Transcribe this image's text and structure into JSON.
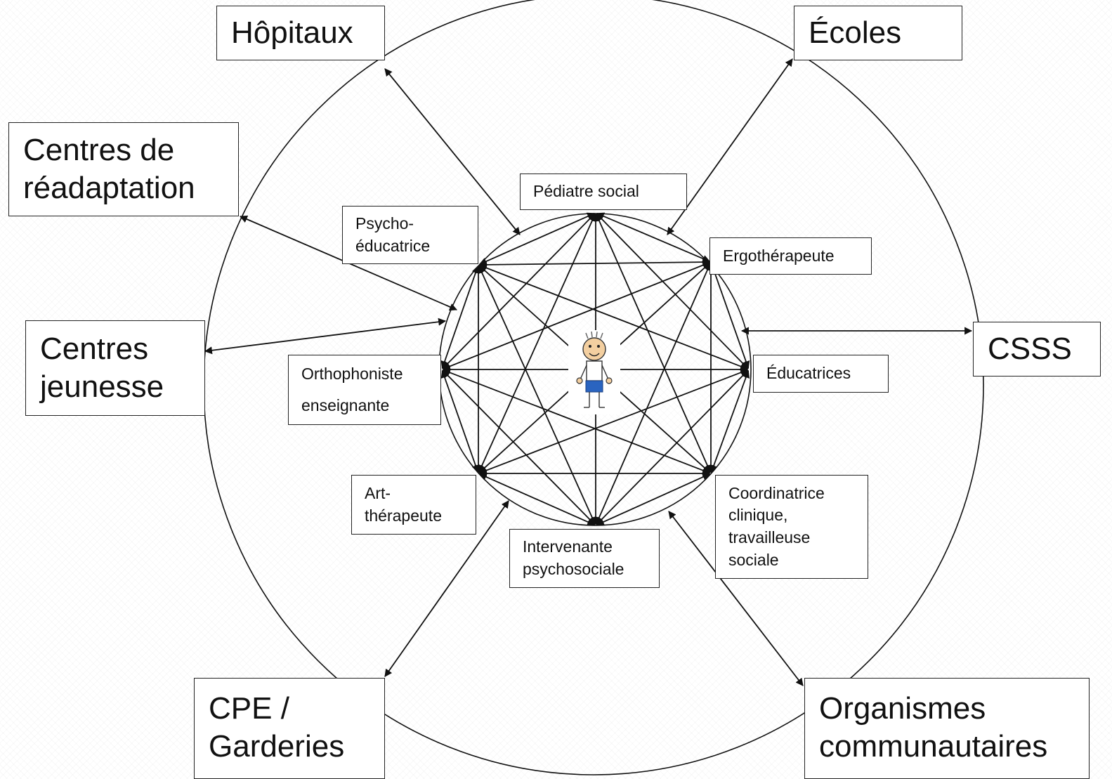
{
  "outer_orgs": {
    "hopitaux": [
      "Hôpitaux"
    ],
    "ecoles": [
      "Écoles"
    ],
    "readaptation": [
      "Centres de",
      "réadaptation"
    ],
    "jeunesse": [
      "Centres",
      "jeunesse"
    ],
    "csss": [
      "CSSS"
    ],
    "cpe": [
      "CPE /",
      "Garderies"
    ],
    "organismes": [
      "Organismes",
      "communautaires"
    ]
  },
  "professionals": {
    "pediatre": [
      "Pédiatre social"
    ],
    "psycho": [
      "Psycho-",
      "éducatrice"
    ],
    "ergo": [
      "Ergothérapeute"
    ],
    "ortho": [
      "Orthophoniste",
      "enseignante"
    ],
    "educatrices": [
      "Éducatrices"
    ],
    "art": [
      "Art-",
      "thérapeute"
    ],
    "coord": [
      "Coordinatrice",
      "clinique,",
      "travailleuse",
      "sociale"
    ],
    "intervenante": [
      "Intervenante",
      "psychosociale"
    ]
  },
  "colors": {
    "line": "#111111",
    "box_border": "#222222",
    "child_skin": "#f3cfa0",
    "child_shorts": "#2a64c0"
  },
  "icons": {
    "center": "child-figure-icon"
  }
}
